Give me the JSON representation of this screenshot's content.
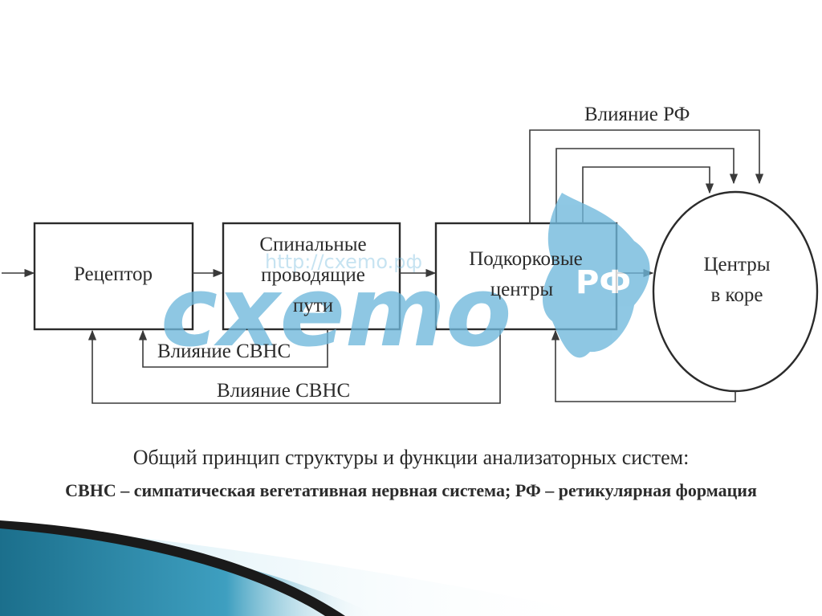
{
  "diagram": {
    "receptor": "Рецептор",
    "spinal": [
      "Спинальные",
      "проводящие",
      "пути"
    ],
    "subcortical": [
      "Подкорковые",
      "центры"
    ],
    "cortex": [
      "Центры",
      "в коре"
    ],
    "rf_influence": "Влияние РФ",
    "svns_influence_inner": "Влияние СВНС",
    "svns_influence_outer": "Влияние СВНС"
  },
  "watermark": {
    "url": "http://cxemo.pф",
    "logo": "cxemo",
    "logo_badge": "РФ"
  },
  "caption": {
    "line1": "Общий принцип структуры и функции анализаторных систем:",
    "line2": "СВНС – симпатическая вегетативная нервная система; РФ – ретикулярная формация"
  },
  "colors": {
    "ink": "#2b2b2b",
    "watermark": "#6fb8dc",
    "decor_teal": "#1b6f8c",
    "decor_light": "#9fd3e6",
    "decor_dark": "#1a1a1a"
  }
}
